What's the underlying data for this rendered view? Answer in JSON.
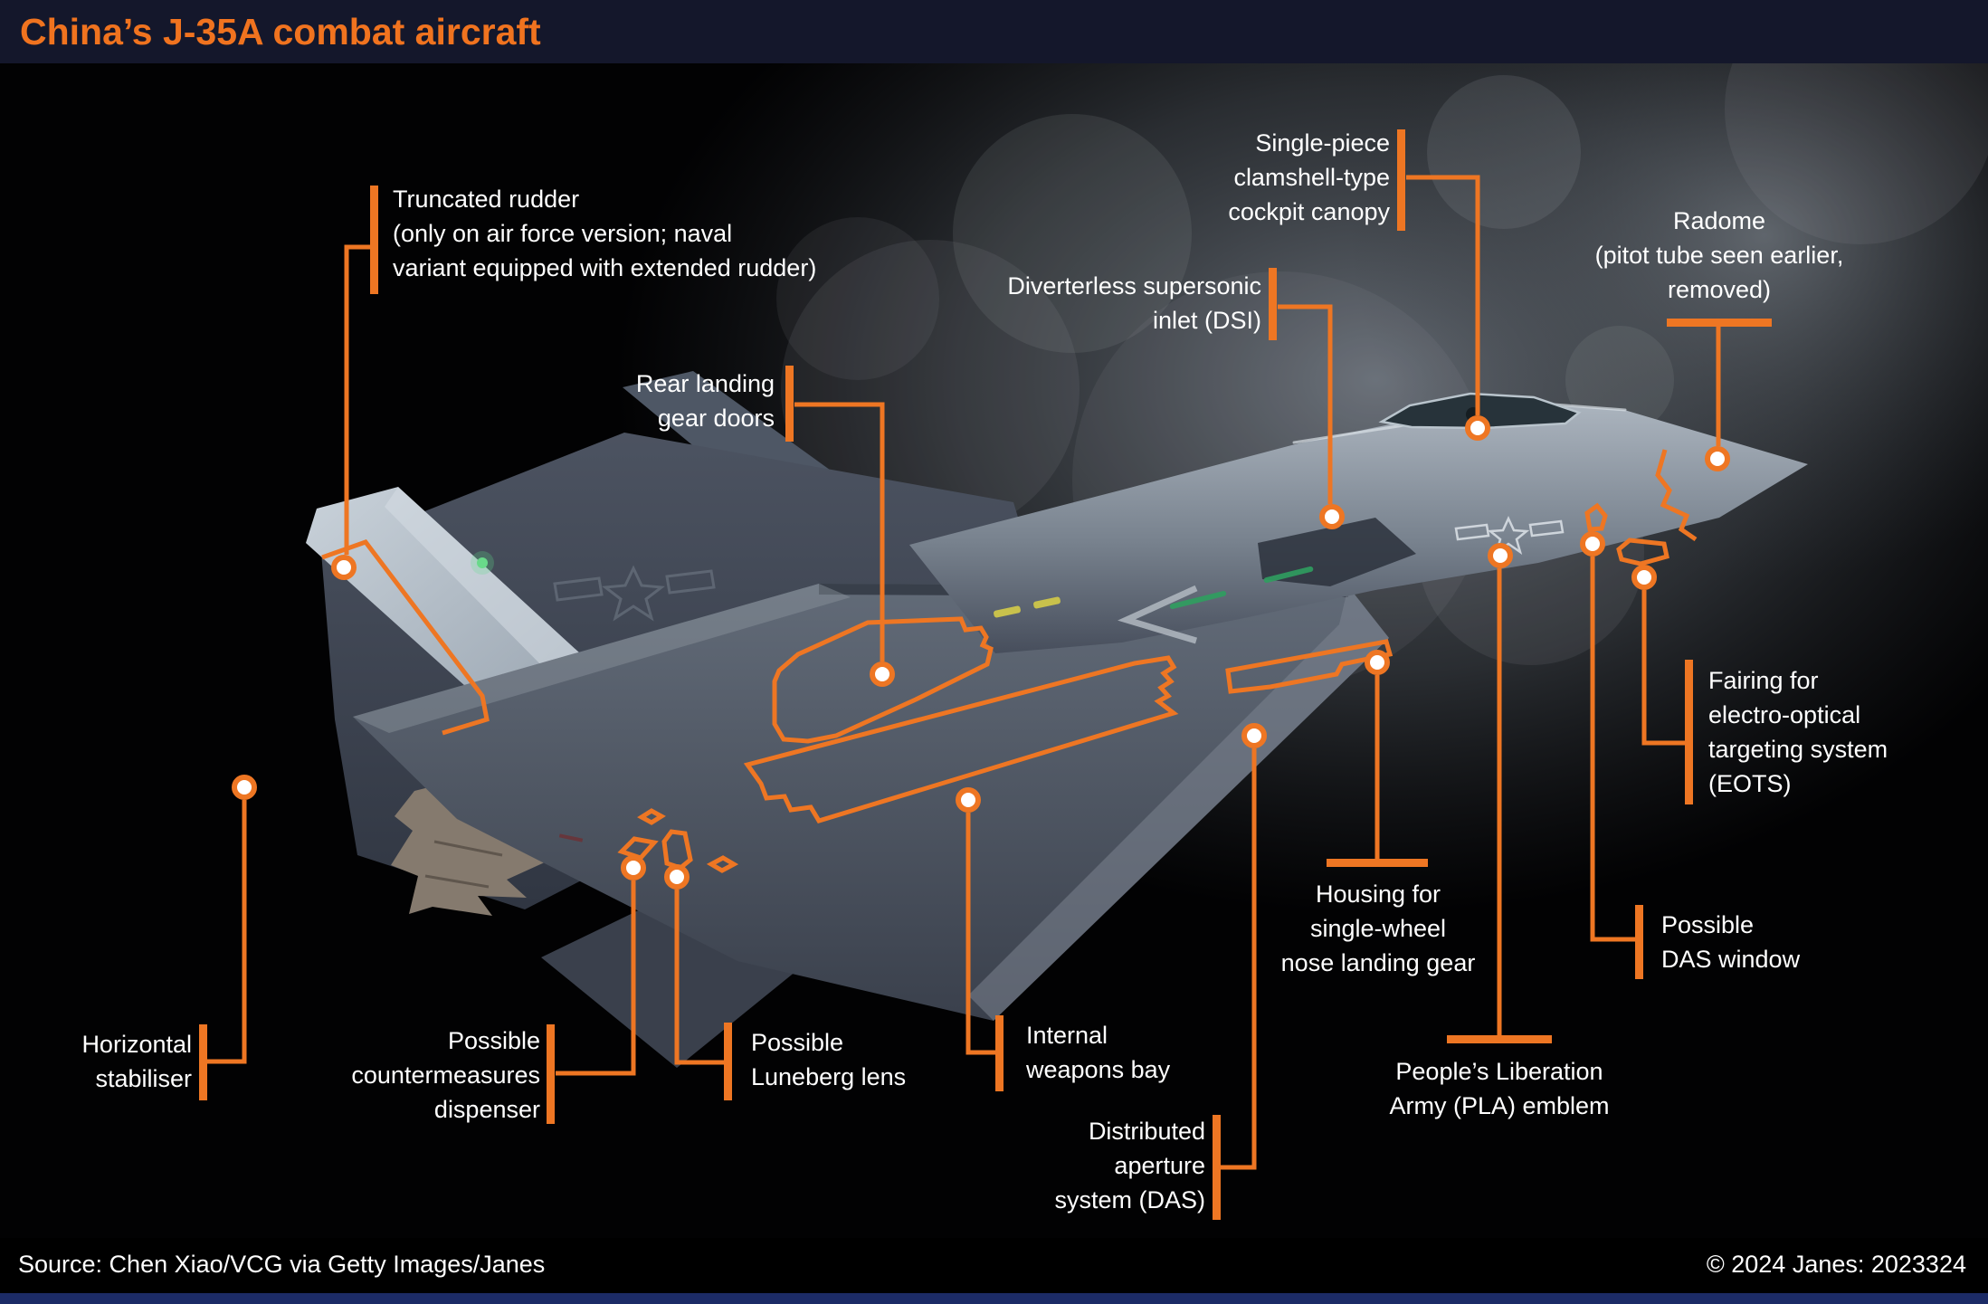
{
  "header": {
    "title": "China’s J-35A combat aircraft"
  },
  "footer": {
    "source": "Source: Chen Xiao/VCG via Getty Images/Janes",
    "copyright": "© 2024 Janes: 2023324"
  },
  "colors": {
    "accent_orange": "#EE7623",
    "title_orange": "#F0731F",
    "header_bg": "#14172B",
    "bottom_bar_blue": "#1C2B66",
    "label_text": "#FFFFFF"
  },
  "callouts": [
    {
      "id": "truncated-rudder",
      "text": "Truncated rudder\n(only on air force version; naval\nvariant equipped with extended rudder)"
    },
    {
      "id": "rear-landing-gear-doors",
      "text": "Rear landing\ngear doors"
    },
    {
      "id": "diverterless-supersonic-inlet",
      "text": "Diverterless supersonic\ninlet (DSI)"
    },
    {
      "id": "cockpit-canopy",
      "text": "Single-piece\nclamshell-type\ncockpit canopy"
    },
    {
      "id": "radome",
      "text": "Radome\n(pitot tube seen earlier,\nremoved)"
    },
    {
      "id": "eots-fairing",
      "text": "Fairing for\nelectro-optical\ntargeting system\n(EOTS)"
    },
    {
      "id": "das-window",
      "text": "Possible\nDAS window"
    },
    {
      "id": "horizontal-stabiliser",
      "text": "Horizontal\nstabiliser"
    },
    {
      "id": "countermeasures-dispenser",
      "text": "Possible\ncountermeasures\ndispenser"
    },
    {
      "id": "luneberg-lens",
      "text": "Possible\nLuneberg lens"
    },
    {
      "id": "internal-weapons-bay",
      "text": "Internal\nweapons bay"
    },
    {
      "id": "distributed-aperture-system",
      "text": "Distributed\naperture\nsystem (DAS)"
    },
    {
      "id": "nose-landing-gear-housing",
      "text": "Housing for\nsingle-wheel\nnose landing gear"
    },
    {
      "id": "pla-emblem",
      "text": "People’s Liberation\nArmy (PLA) emblem"
    }
  ]
}
